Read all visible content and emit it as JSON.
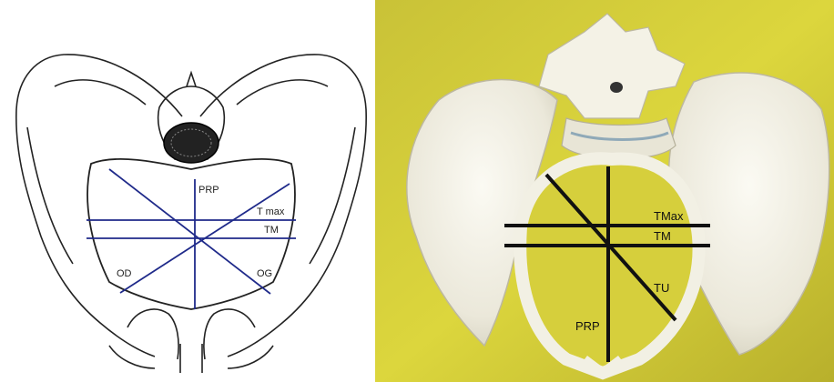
{
  "left_diagram": {
    "labels": {
      "prp": "PRP",
      "tmax": "T max",
      "tm": "TM",
      "od": "OD",
      "og": "OG"
    },
    "line_color": "#1f2a8a",
    "outline_color": "#222222"
  },
  "right_photo": {
    "labels": {
      "tmax": "TMax",
      "tm": "TM",
      "tu": "TU",
      "prp": "PRP"
    },
    "background_color": "#d8d23a",
    "bone_color": "#f1efe4",
    "line_color": "#111111"
  }
}
